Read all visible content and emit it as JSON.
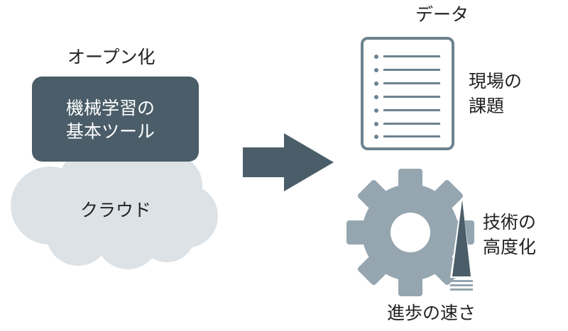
{
  "left": {
    "heading": "オープン化",
    "box_line1": "機械学習の",
    "box_line2": "基本ツール",
    "cloud_label": "クラウド"
  },
  "right": {
    "data_heading": "データ",
    "doc_label_line1": "現場の",
    "doc_label_line2": "課題",
    "gear_label_line1": "技術の",
    "gear_label_line2": "高度化",
    "bottom_label": "進歩の速さ"
  },
  "colors": {
    "dark": "#4a5d68",
    "cloud": "#dde2e6",
    "gear": "#95a6b0",
    "doc_stroke": "#6e8290"
  }
}
